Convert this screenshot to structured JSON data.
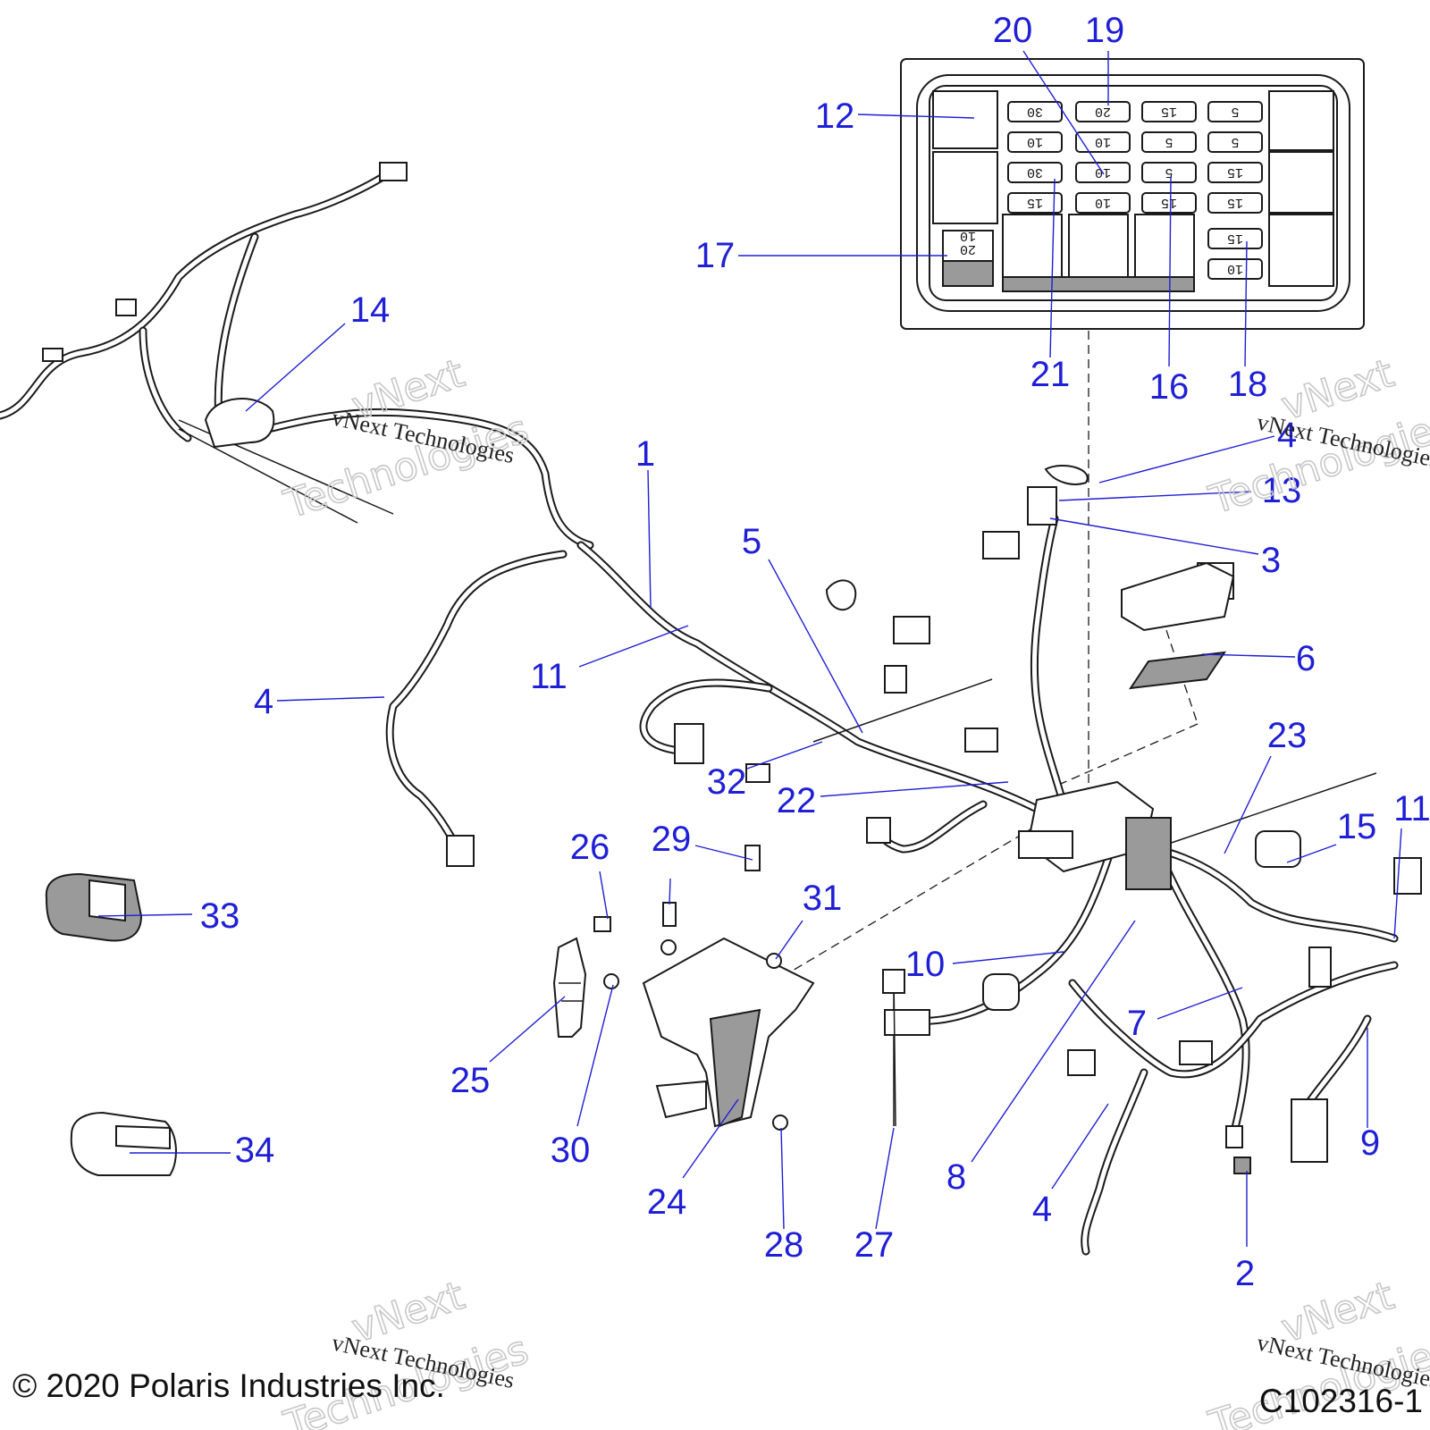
{
  "callouts": [
    "1",
    "2",
    "3",
    "4",
    "4",
    "4",
    "4",
    "5",
    "6",
    "7",
    "8",
    "9",
    "10",
    "11",
    "11",
    "12",
    "13",
    "14",
    "15",
    "16",
    "17",
    "18",
    "19",
    "20",
    "21",
    "22",
    "23",
    "24",
    "25",
    "26",
    "27",
    "28",
    "29",
    "30",
    "31",
    "32",
    "33",
    "34"
  ],
  "fuse_box": {
    "fuses": [
      "30",
      "20",
      "15",
      "5",
      "10",
      "10",
      "5",
      "5",
      "30",
      "10",
      "5",
      "15",
      "15",
      "10",
      "15",
      "15",
      "15",
      "10",
      "20",
      "10"
    ]
  },
  "watermark": {
    "line1": "vNext Technologies",
    "outline1": "vNext",
    "outline2": "Technologies"
  },
  "footer": {
    "copyright": "© 2020 Polaris Industries Inc.",
    "figure_code": "C102316-1"
  }
}
